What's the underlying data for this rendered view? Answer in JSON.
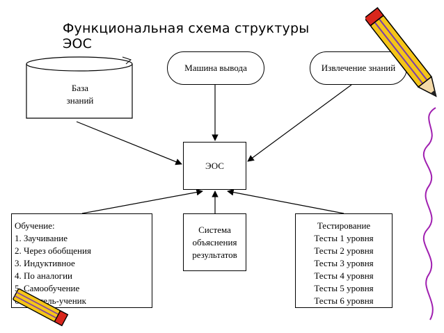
{
  "title": "Функциональная схема структуры ЭОС",
  "nodes": {
    "knowledge_base": [
      "База",
      "знаний"
    ],
    "output_machine": "Машина вывода",
    "knowledge_extraction": "Извлечение знаний",
    "eos": "ЭОС",
    "learning": [
      "Обучение:",
      "1. Заучивание",
      "2. Через обобщения",
      "3. Индуктивное",
      "4. По аналогии",
      "5. Самообучение",
      "6. Учитель-ученик"
    ],
    "explanation": [
      "Система",
      "объяснения",
      "результатов"
    ],
    "testing": [
      "Тестирование",
      "Тесты 1 уровня",
      "Тесты 2 уровня",
      "Тесты 3 уровня",
      "Тесты 4 уровня",
      "Тесты 5 уровня",
      "Тесты 6 уровня"
    ]
  },
  "decor": {
    "pencil_color": "#f5c518",
    "pencil_tip_color": "#d9261c",
    "pencil_stripe_color": "#7a3ea8",
    "swirl_color": "#a01fb0"
  }
}
